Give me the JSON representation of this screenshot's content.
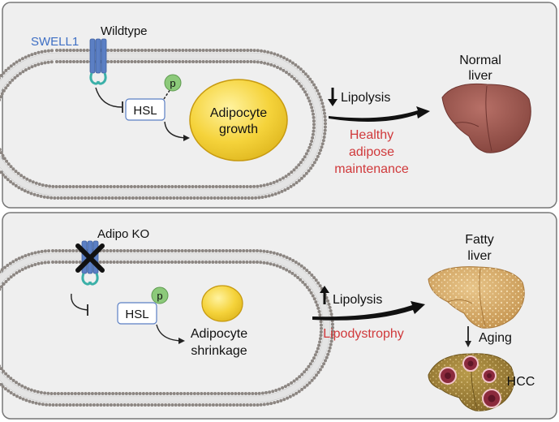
{
  "top_panel": {
    "channel_label": "SWELL1",
    "condition_label": "Wildtype",
    "phospho_label": "p",
    "hsl_label": "HSL",
    "cell_label_line1": "Adipocyte",
    "cell_label_line2": "growth",
    "lipolysis_label": "Lipolysis",
    "outcome_line1": "Healthy",
    "outcome_line2": "adipose",
    "outcome_line3": "maintenance",
    "liver_label_line1": "Normal",
    "liver_label_line2": "liver"
  },
  "bottom_panel": {
    "condition_label": "Adipo KO",
    "phospho_label": "p",
    "hsl_label": "HSL",
    "cell_label_line1": "Adipocyte",
    "cell_label_line2": "shrinkage",
    "lipolysis_label": "Lipolysis",
    "outcome_label": "Lipodystrophy",
    "liver_label_line1": "Fatty",
    "liver_label_line2": "liver",
    "aging_label": "Aging",
    "hcc_label": "HCC"
  },
  "colors": {
    "channel": "#5b7fc4",
    "channel_dark": "#3e5f9e",
    "teal": "#3bb0a8",
    "outcome_red": "#d0393b",
    "phospho_green": "#8cc97a",
    "fat_yellow": "#f5d33b",
    "normal_liver": "#9b5a52",
    "fatty_liver": "#d4a868",
    "hcc_liver": "#a08236"
  }
}
